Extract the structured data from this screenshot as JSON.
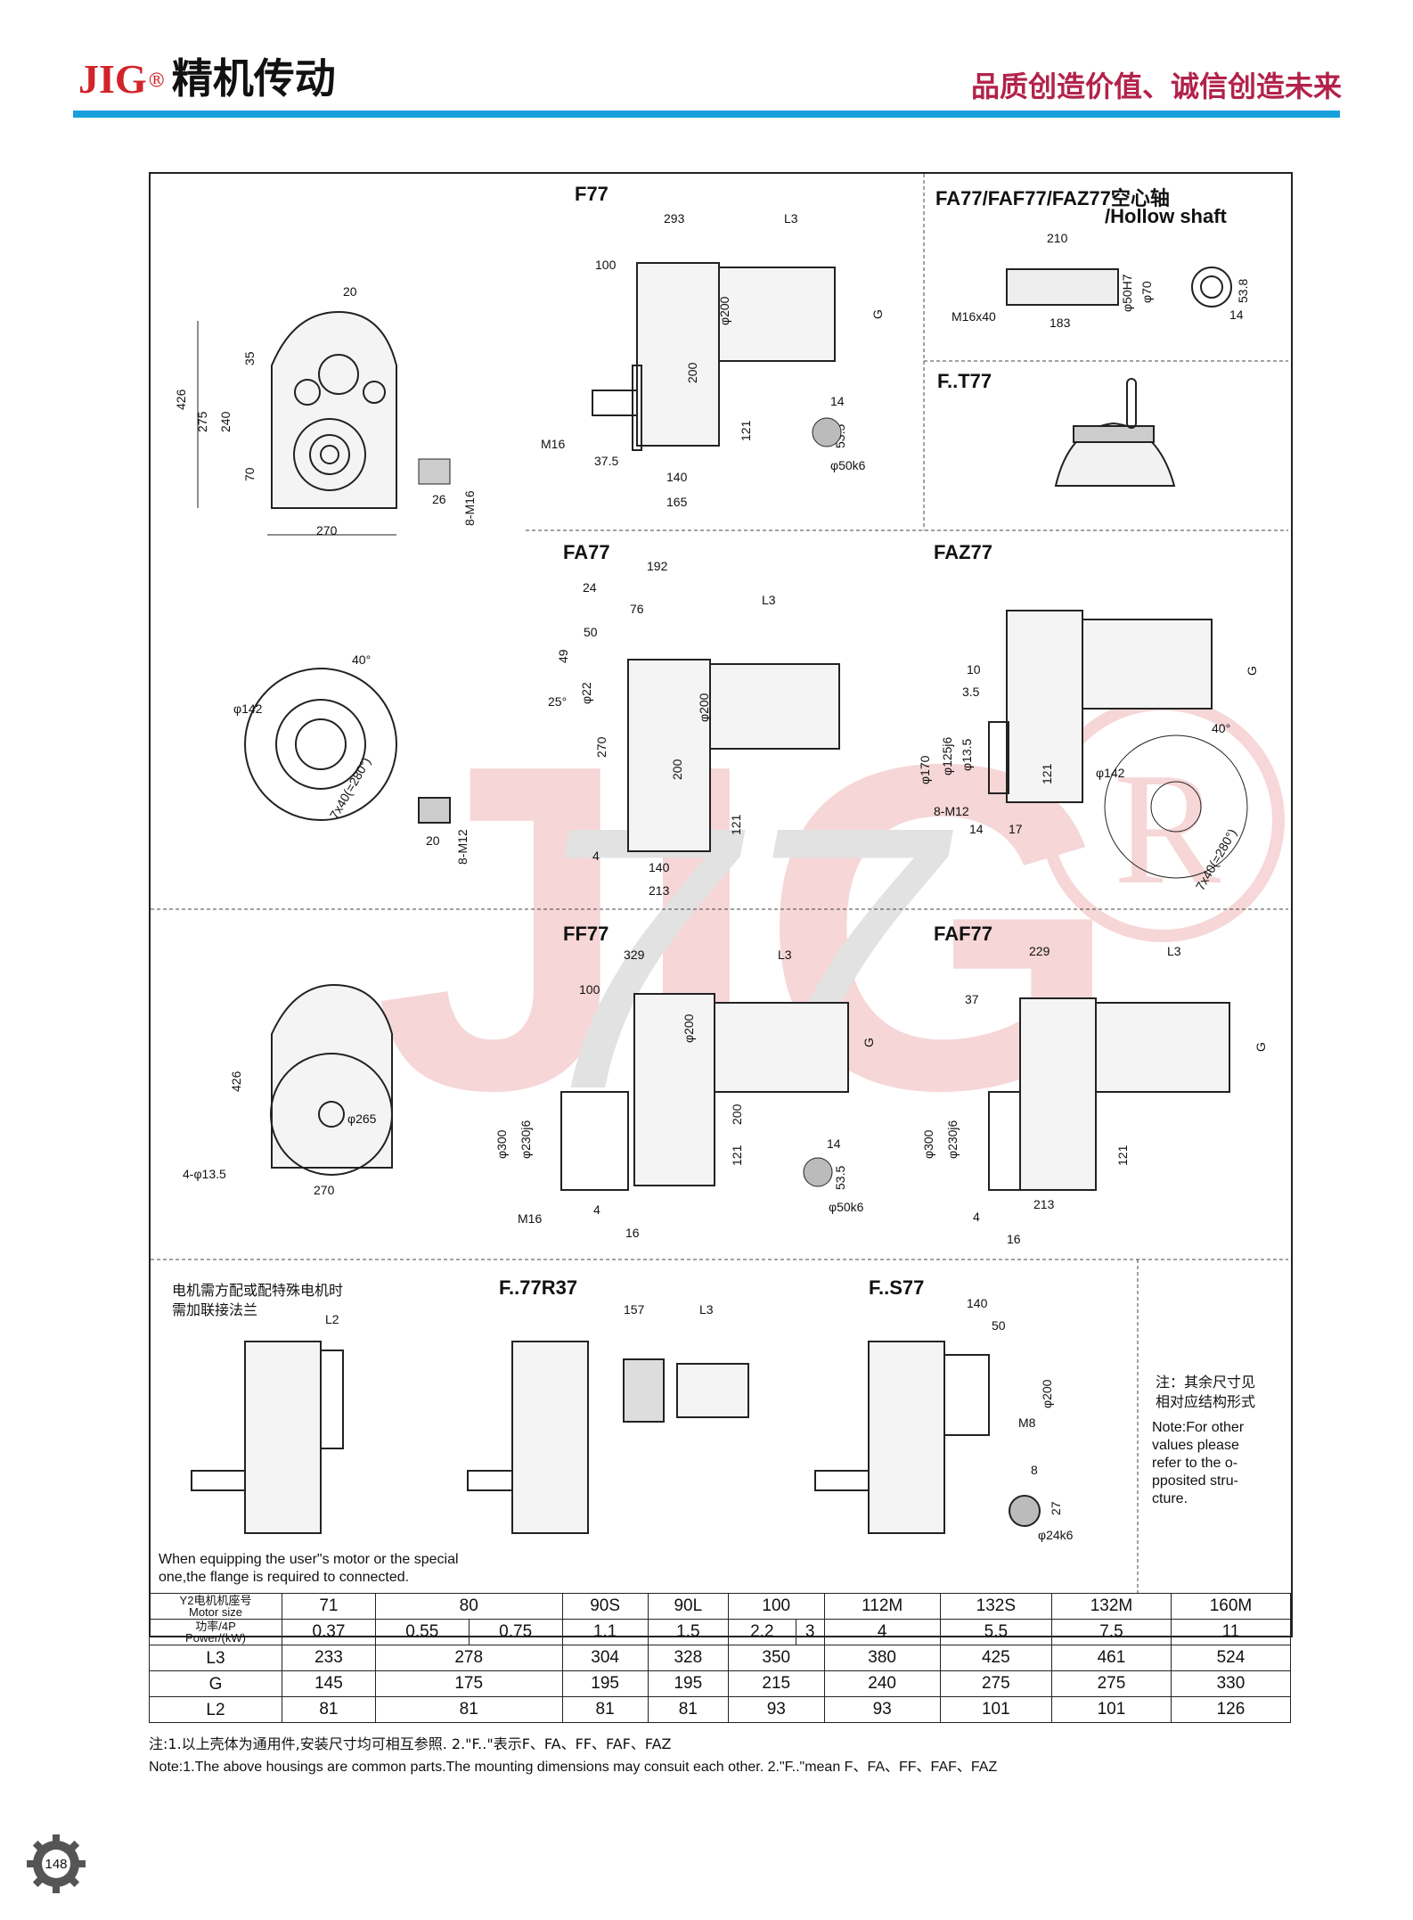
{
  "header": {
    "brand_mark": "JIG",
    "brand_reg": "®",
    "brand_name": "精机传动",
    "slogan": "品质创造价值、诚信创造未来"
  },
  "sections": {
    "f77": "F77",
    "hollow": "FA77/FAF77/FAZ77空心轴",
    "hollow_en": "/Hollow shaft",
    "ft77": "F..T77",
    "fa77": "FA77",
    "faz77": "FAZ77",
    "ff77": "FF77",
    "faf77": "FAF77",
    "fr37": "F..77R37",
    "fs77": "F..S77"
  },
  "watermark": {
    "text": "JIG",
    "model": "77",
    "reg": "R"
  },
  "motor_note": {
    "cn_line1": "电机需方配或配特殊电机时",
    "cn_line2": "需加联接法兰",
    "en_line1": "When equipping the user\"s motor or the special",
    "en_line2": "one,the flange is required to connected."
  },
  "side_note": {
    "cn_line1": "注：其余尺寸见",
    "cn_line2": "相对应结构形式",
    "en_lines": [
      "Note:For other",
      "values please",
      "refer to the o-",
      "pposited stru-",
      "cture."
    ]
  },
  "table": {
    "row_labels": {
      "motor_cn": "Y2电机机座号",
      "motor_en": "Motor size",
      "power_cn": "功率/4P",
      "power_en": "Power/(kW)",
      "l3": "L3",
      "g": "G",
      "l2": "L2"
    },
    "motor_sizes": [
      "71",
      "80",
      "90S",
      "90L",
      "100",
      "112M",
      "132S",
      "132M",
      "160M"
    ],
    "power": [
      "0.37",
      "0.55",
      "0.75",
      "1.1",
      "1.5",
      "2.2",
      "3",
      "4",
      "5.5",
      "7.5",
      "11"
    ],
    "l3": [
      "233",
      "278",
      "304",
      "328",
      "350",
      "380",
      "425",
      "461",
      "524"
    ],
    "g": [
      "145",
      "175",
      "195",
      "195",
      "215",
      "240",
      "275",
      "275",
      "330"
    ],
    "l2": [
      "81",
      "81",
      "81",
      "81",
      "93",
      "93",
      "101",
      "101",
      "126"
    ]
  },
  "footnotes": {
    "cn": "注:1.以上壳体为通用件,安装尺寸均可相互参照.   2.\"F..\"表示F、FA、FF、FAF、FAZ",
    "en": "Note:1.The above housings are common parts.The mounting dimensions may consuit each other.    2.\"F..\"mean F、FA、FF、FAF、FAZ"
  },
  "page_number": "148",
  "colors": {
    "brand_red": "#d2232a",
    "rule_blue": "#1aa0dc",
    "slogan": "#b2224a"
  }
}
